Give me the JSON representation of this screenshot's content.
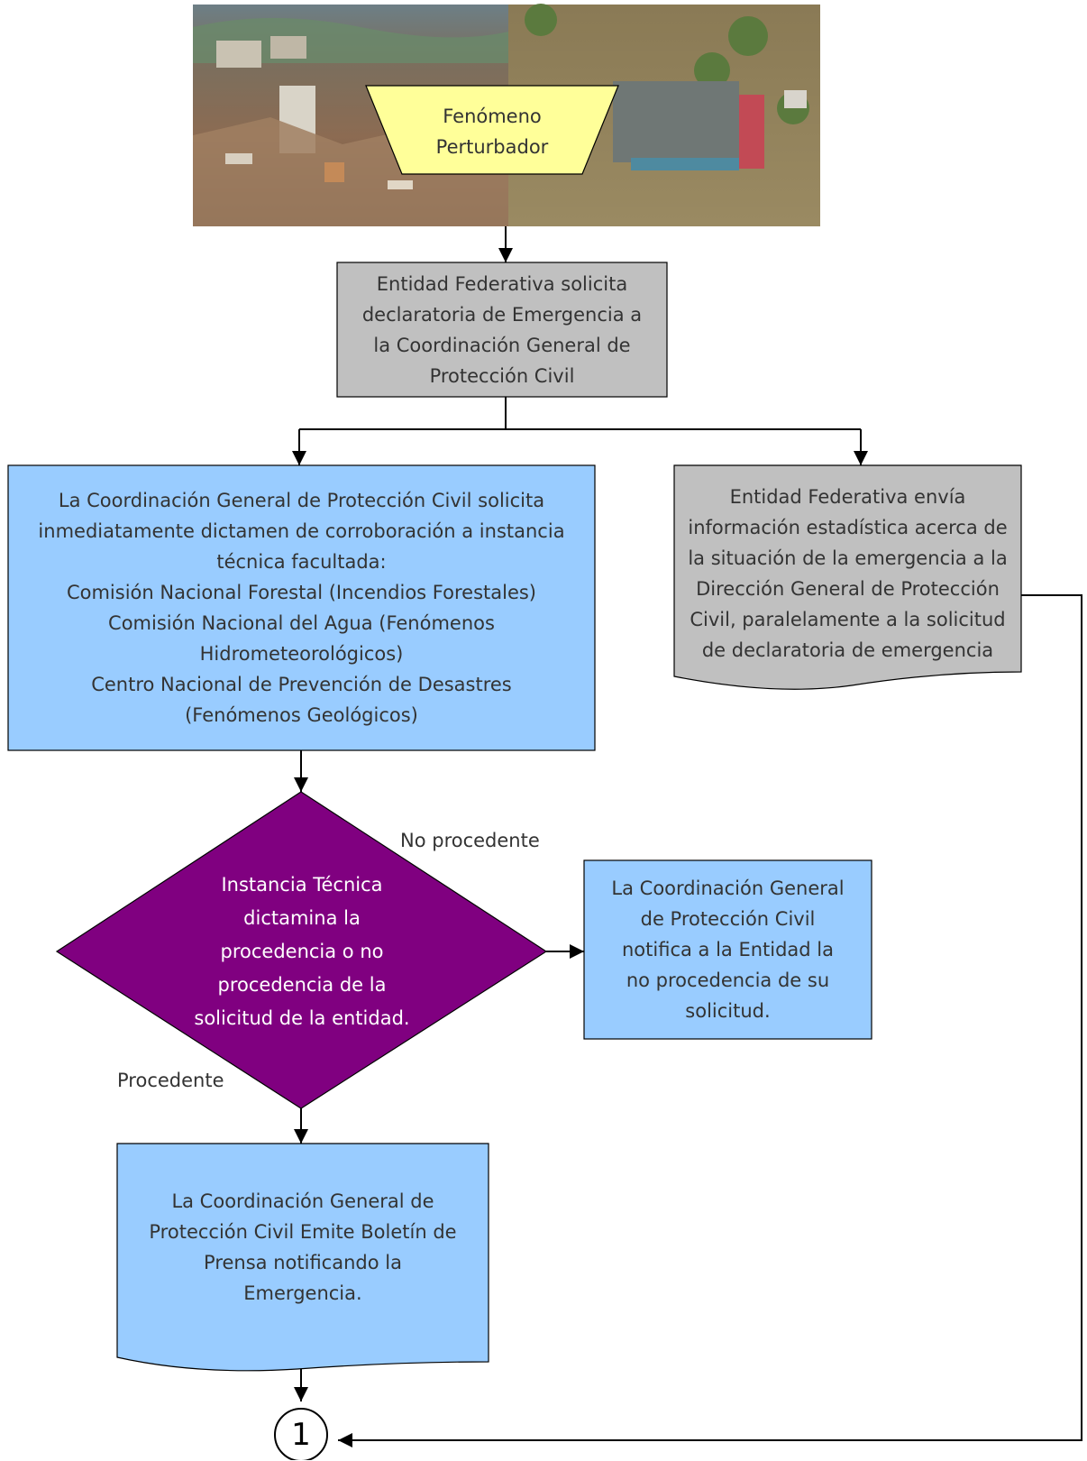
{
  "colors": {
    "blue_box": "#99ccff",
    "gray_box": "#c0c0c0",
    "decision": "#800080",
    "start_shape": "#ffff99"
  },
  "diagram": {
    "start": {
      "image_left": "earthquake-debris-photo",
      "image_right": "flood-rooftop-photo",
      "label": "Fenómeno\nPerturbador"
    },
    "request": {
      "label": "Entidad Federativa solicita\ndeclaratoria de Emergencia a\nla Coordinación General de\nProtección Civil"
    },
    "dictamen": {
      "label": "La Coordinación General de Protección Civil solicita\ninmediatamente dictamen de corroboración a instancia\ntécnica facultada:\nComisión Nacional Forestal (Incendios Forestales)\nComisión Nacional del Agua (Fenómenos\nHidrometeorológicos)\nCentro Nacional de Prevención de Desastres\n(Fenómenos Geológicos)"
    },
    "stats": {
      "label": "Entidad Federativa envía\ninformación estadística acerca de\nla situación de la emergencia a la\nDirección General de Protección\nCivil, paralelamente a la solicitud\nde declaratoria de emergencia"
    },
    "decision": {
      "label": "Instancia Técnica\ndictamina la\nprocedencia o no\nprocedencia de la\nsolicitud de la entidad."
    },
    "no_procedente": {
      "label": "No procedente"
    },
    "procedente": {
      "label": "Procedente"
    },
    "notify": {
      "label": "La Coordinación General\nde Protección Civil\nnotifica a la Entidad la\nno procedencia de su\nsolicitud."
    },
    "bulletin": {
      "label": "La Coordinación General de\nProtección Civil Emite Boletín de\nPrensa notificando la\nEmergencia."
    },
    "connector": {
      "label": "1"
    }
  }
}
